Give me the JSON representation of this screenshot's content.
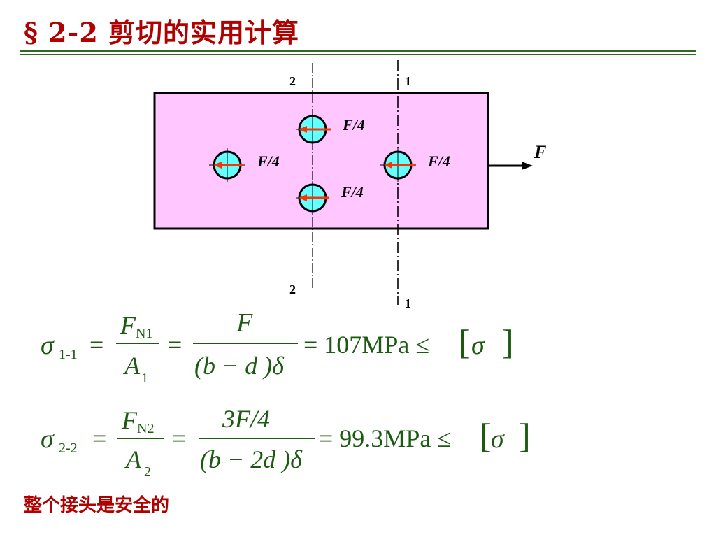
{
  "title": "§ 2-2 剪切的实用计算",
  "diagram": {
    "colors": {
      "plate_fill": "#ffc6ff",
      "rivet_fill": "#66ffff",
      "arrow": "#ff3300",
      "section_line": "#000000"
    },
    "section_labels": {
      "s2_top": "2",
      "s1_top": "1",
      "s2_bottom": "2",
      "s1_bottom": "1"
    },
    "rivet_force_labels": {
      "top": "F/4",
      "left": "F/4",
      "right": "F/4",
      "bottom": "F/4"
    },
    "external_force_label": "F"
  },
  "formula1": {
    "sigma": "σ",
    "sigma_sub": "1-1",
    "eq1": "=",
    "num1": "F",
    "num1_sub": "N1",
    "den1": "A",
    "den1_sub": "1",
    "eq2": "=",
    "num2": "F",
    "den2": "(b − d )δ",
    "result": "= 107MPa ≤",
    "bracket_sigma": "σ"
  },
  "formula2": {
    "sigma": "σ",
    "sigma_sub": "2-2",
    "eq1": "=",
    "num1": "F",
    "num1_sub": "N2",
    "den1": "A",
    "den1_sub": "2",
    "eq2": "=",
    "num2": "3F/4",
    "den2": "(b − 2d )δ",
    "result": "= 99.3MPa ≤",
    "bracket_sigma": "σ"
  },
  "conclusion": "整个接头是安全的"
}
